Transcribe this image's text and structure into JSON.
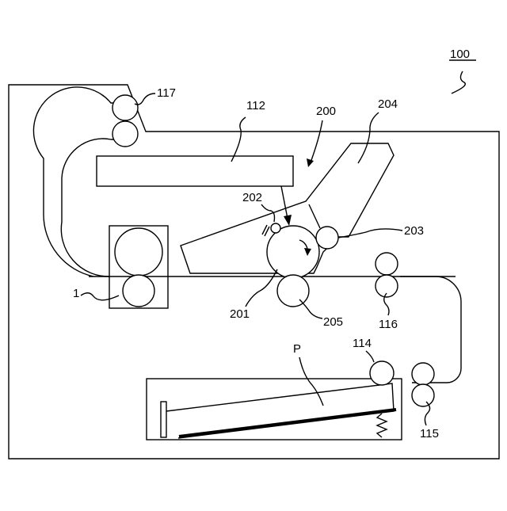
{
  "labels": {
    "apparatus": "100",
    "fixing_unit": "1",
    "exposure_unit": "112",
    "feed_roller": "114",
    "conveying_roller": "115",
    "registration_roller": "116",
    "discharge_roller": "117",
    "cartridge": "200",
    "photosensitive_drum": "201",
    "charging_member": "202",
    "developing_roller": "203",
    "toner_container": "204",
    "transfer_roller": "205",
    "sheet": "P"
  }
}
